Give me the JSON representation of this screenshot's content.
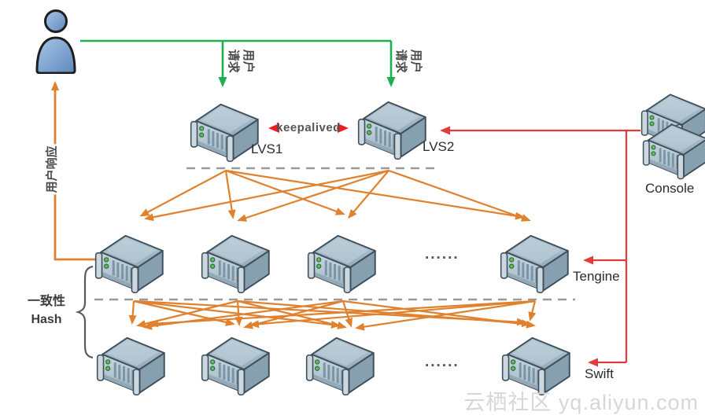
{
  "colors": {
    "green": "#1fae50",
    "orange": "#e0812e",
    "red": "#e23b3b",
    "red_bright": "#ea1c1c",
    "dash": "#9a9a9a",
    "watermark": "#d7d7d7"
  },
  "labels": {
    "request": "用户\n请求",
    "response": "用户响应",
    "keepalived": "keepalived",
    "lvs1": "LVS1",
    "lvs2": "LVS2",
    "console": "Console",
    "tengine": "Tengine",
    "swift": "Swift",
    "consistent_hash": "一致性\nHash",
    "ellipsis": "......",
    "watermark": "云栖社区 yq.aliyun.com"
  },
  "nodes": {
    "user": "用户",
    "load_balancers": [
      "LVS1",
      "LVS2"
    ],
    "tengine_pool_count": 4,
    "swift_pool_count": 4,
    "console_units": 2
  },
  "edges": [
    {
      "from": "user",
      "to": "LVS1",
      "label": "用户请求",
      "color": "green"
    },
    {
      "from": "user",
      "to": "LVS2",
      "label": "用户请求",
      "color": "green"
    },
    {
      "from": "LVS1",
      "to": "LVS2",
      "label": "keepalived",
      "color": "red",
      "bidirectional": true
    },
    {
      "from": "LVS1",
      "to": "tengine-pool",
      "label": "",
      "color": "orange"
    },
    {
      "from": "LVS2",
      "to": "tengine-pool",
      "label": "",
      "color": "orange"
    },
    {
      "from": "tengine-pool",
      "to": "swift-pool",
      "label": "一致性Hash",
      "color": "orange"
    },
    {
      "from": "tengine-pool",
      "to": "user",
      "label": "用户响应",
      "color": "orange"
    },
    {
      "from": "console",
      "to": "LVS2",
      "label": "",
      "color": "red"
    },
    {
      "from": "console",
      "to": "tengine-pool",
      "label": "",
      "color": "red"
    },
    {
      "from": "console",
      "to": "swift-pool",
      "label": "",
      "color": "red"
    }
  ]
}
